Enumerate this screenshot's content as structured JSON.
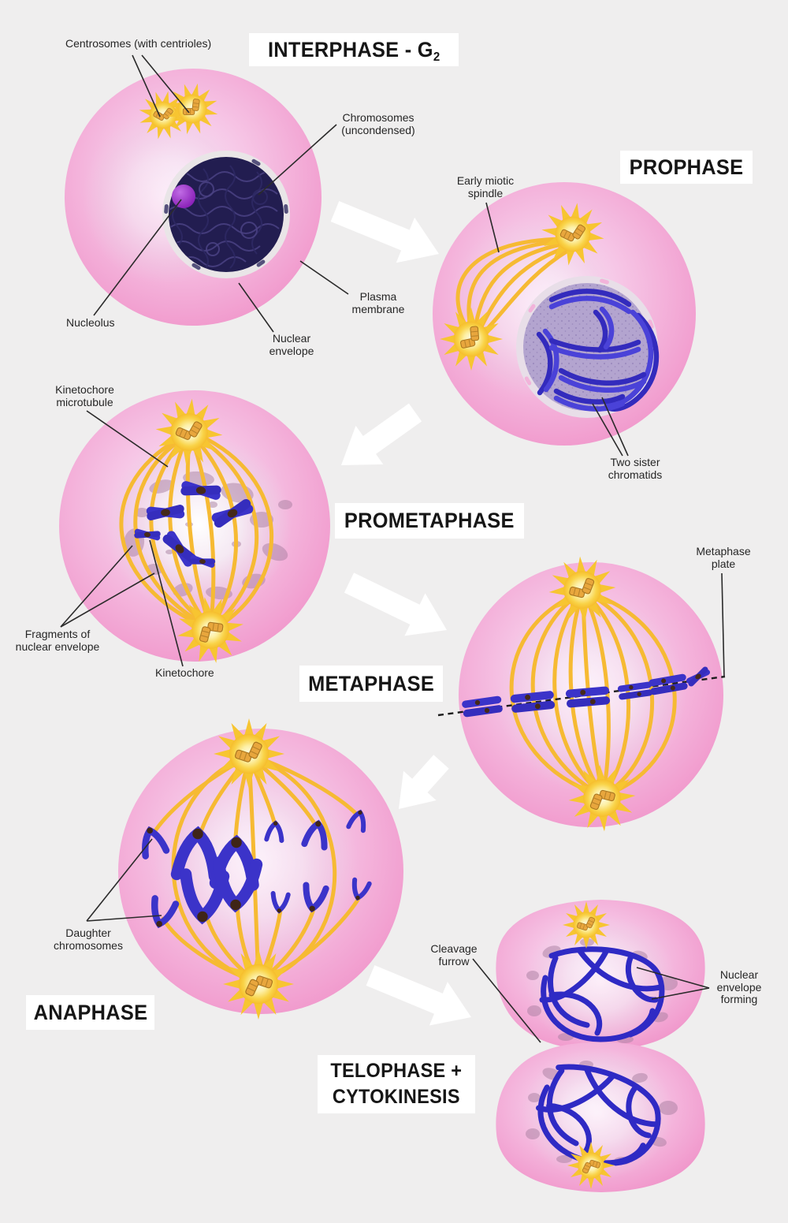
{
  "diagram": {
    "subject": "Mitosis phases"
  },
  "phase_titles": {
    "interphase_main": "INTERPHASE - G",
    "interphase_sub": "2",
    "prophase": "PROPHASE",
    "prometaphase": "PROMETAPHASE",
    "metaphase": "METAPHASE",
    "anaphase": "ANAPHASE",
    "telophase": "TELOPHASE +\nCYTOKINESIS"
  },
  "labels": {
    "centrosomes": "Centrosomes (with centrioles)",
    "chromosomes_uncondensed": "Chromosomes\n(uncondensed)",
    "plasma_membrane": "Plasma\nmembrane",
    "nuclear_envelope": "Nuclear\nenvelope",
    "nucleolus": "Nucleolus",
    "early_miotic_spindle": "Early miotic\nspindle",
    "two_sister_chromatids": "Two sister\nchromatids",
    "kinetochore_microtubule": "Kinetochore\nmicrotubule",
    "fragments_nuclear_envelope": "Fragments of\nnuclear envelope",
    "kinetochore": "Kinetochore",
    "metaphase_plate": "Metaphase\nplate",
    "daughter_chromosomes": "Daughter\nchromosomes",
    "cleavage_furrow": "Cleavage\nfurrow",
    "nuclear_envelope_forming": "Nuclear\nenvelope\nforming"
  },
  "colors": {
    "background": "#efeeee",
    "cell_pink": "#f19ccd",
    "cell_pink_edge": "#ef8fc6",
    "spindle_yellow": "#f6ba33",
    "aster_yellow": "#f7c531",
    "centriole_orange": "#e8a63d",
    "chromosome_blue": "#3b33c9",
    "nucleus_navy": "#221d50",
    "nucleolus_purple": "#9a2fd0",
    "prophase_nucleoplasm": "#b3a4cf",
    "envelope_gray": "#e9e5e7",
    "fragment_mauve": "#a77e9f",
    "kinetochore_brown": "#45291a",
    "label_text": "#262626",
    "title_text": "#161616",
    "title_background": "#ffffff",
    "arrow_white": "#ffffff"
  }
}
